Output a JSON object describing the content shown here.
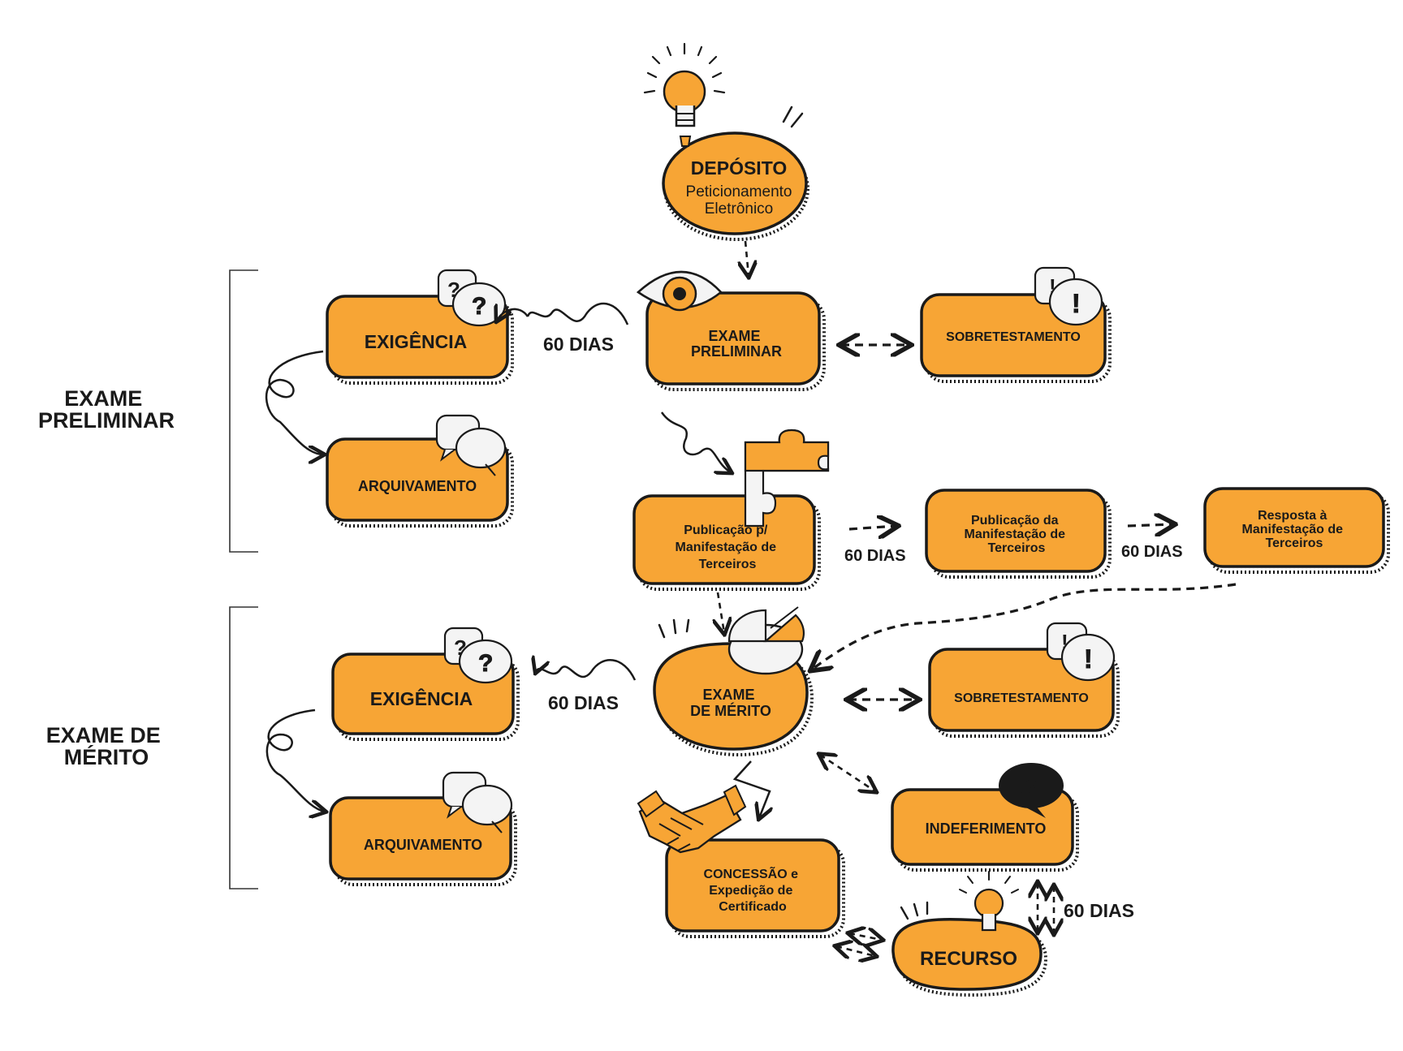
{
  "sections": {
    "preliminary": [
      "EXAME",
      "PRELIMINAR"
    ],
    "merit": [
      "EXAME DE",
      "MÉRITO"
    ]
  },
  "nodes": {
    "deposito": {
      "title": "DEPÓSITO",
      "sub": [
        "Peticionamento",
        "Eletrônico"
      ]
    },
    "exame_preliminar": [
      "EXAME",
      "PRELIMINAR"
    ],
    "sobretestamento_1": "SOBRETESTAMENTO",
    "exigencia_1": "EXIGÊNCIA",
    "arquivamento_1": "ARQUIVAMENTO",
    "publicacao": [
      "Publicação p/",
      "Manifestação de",
      "Terceiros"
    ],
    "publicacao_da": [
      "Publicação da",
      "Manifestação de",
      "Terceiros"
    ],
    "resposta": [
      "Resposta à",
      "Manifestação de",
      "Terceiros"
    ],
    "exame_merito": [
      "EXAME",
      "DE MÉRITO"
    ],
    "sobretestamento_2": "SOBRETESTAMENTO",
    "exigencia_2": "EXIGÊNCIA",
    "arquivamento_2": "ARQUIVAMENTO",
    "indeferimento": "INDEFERIMENTO",
    "concessao": [
      "CONCESSÃO e",
      "Expedição de",
      "Certificado"
    ],
    "recurso": "RECURSO"
  },
  "labels": {
    "days_1": "60 DIAS",
    "days_2": "60 DIAS",
    "days_3": "60 DIAS",
    "days_4": "60 DIAS",
    "days_5": "60 DIAS"
  },
  "icons": [
    "lightbulb-icon",
    "eye-icon",
    "question-bubble-icon",
    "exclamation-bubble-icon",
    "chat-bubble-icon",
    "puzzle-icon",
    "pie-chart-icon",
    "handshake-icon",
    "exclamation-question-bubble-icon"
  ],
  "colors": {
    "box_fill": "#f7a535",
    "ink": "#1a1a1a",
    "background": "#ffffff"
  }
}
